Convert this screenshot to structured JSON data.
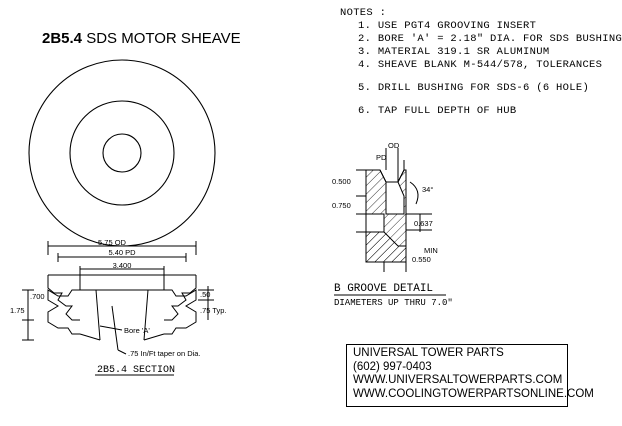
{
  "title": {
    "bold": "2B5.4",
    "rest": "SDS MOTOR SHEAVE"
  },
  "notes": {
    "header": "NOTES :",
    "items": [
      {
        "num": "1.",
        "text": "USE PGT4 GROOVING INSERT"
      },
      {
        "num": "2.",
        "text": "BORE 'A' = 2.18\" DIA. FOR SDS BUSHING"
      },
      {
        "num": "3.",
        "text": "MATERIAL 319.1 SR ALUMINUM"
      },
      {
        "num": "4.",
        "text": "SHEAVE BLANK M-544/578, TOLERANCES"
      },
      {
        "num": "5.",
        "text": "DRILL BUSHING FOR SDS-6 (6 HOLE)"
      },
      {
        "num": "6.",
        "text": "TAP FULL DEPTH OF HUB"
      }
    ]
  },
  "section": {
    "od_label": "5.75 OD",
    "pd_label": "5.40 PD",
    "hub_label": "3.400",
    "left_height_label": ".700",
    "total_height_label": "1.75",
    "right_height_label": ".50",
    "typ_label": ".75 Typ.",
    "bore_label": "Bore 'A'",
    "taper_label": ".75 In/Ft taper on Dia.",
    "caption": "2B5.4 SECTION"
  },
  "groove": {
    "od_label": "OD",
    "pd_label": "PD",
    "top_label": "0.500",
    "mid_label": "0.750",
    "angle_label": "34°",
    "depth_label": "0.637",
    "min_label": "MIN",
    "bottom_label": "0.550",
    "caption": "B GROOVE DETAIL",
    "subcaption": "DIAMETERS UP THRU 7.0\""
  },
  "contact": {
    "company": "UNIVERSAL TOWER PARTS",
    "phone": "(602) 997-0403",
    "site1": "WWW.UNIVERSALTOWERPARTS.COM",
    "site2": "WWW.COOLINGTOWERPARTSONLINE.COM"
  }
}
